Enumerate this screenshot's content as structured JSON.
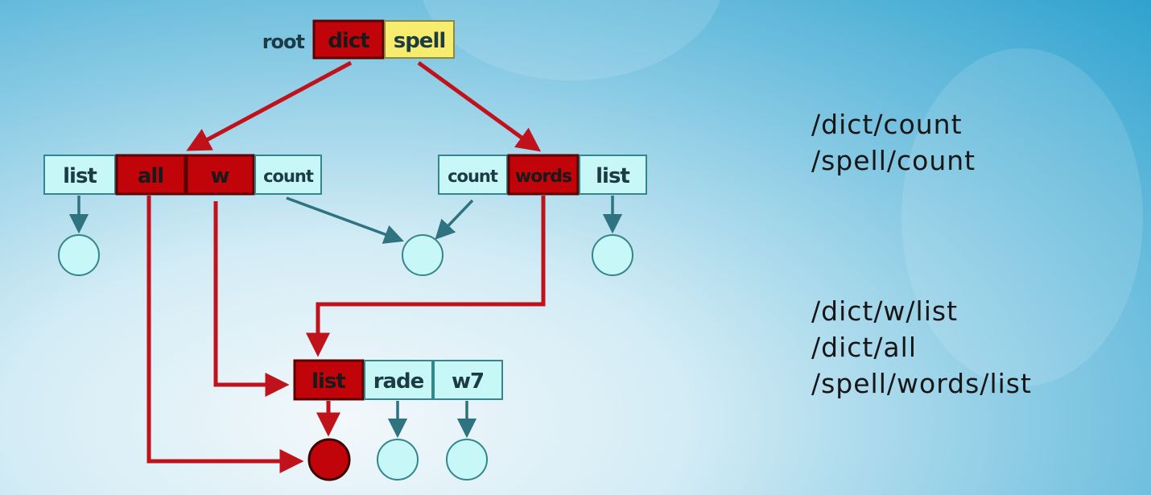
{
  "colors": {
    "red": "#c0040a",
    "red_stroke": "#5a0000",
    "yellow": "#f7ec6e",
    "cyan": "#c8f7f8",
    "cell_border": "#35858c",
    "teal_arrow": "#2f7280",
    "red_arrow": "#c0121a",
    "text": "#1b3b45"
  },
  "root": {
    "label": "root",
    "cells": [
      "dict",
      "spell"
    ]
  },
  "left_node": {
    "cells": [
      "list",
      "all",
      "w",
      "count"
    ]
  },
  "right_node": {
    "cells": [
      "count",
      "words",
      "list"
    ]
  },
  "bottom_node": {
    "cells": [
      "list",
      "rade",
      "w7"
    ]
  },
  "paths_group_1": [
    "/dict/count",
    "/spell/count"
  ],
  "paths_group_2": [
    "/dict/w/list",
    "/dict/all",
    "/spell/words/list"
  ]
}
